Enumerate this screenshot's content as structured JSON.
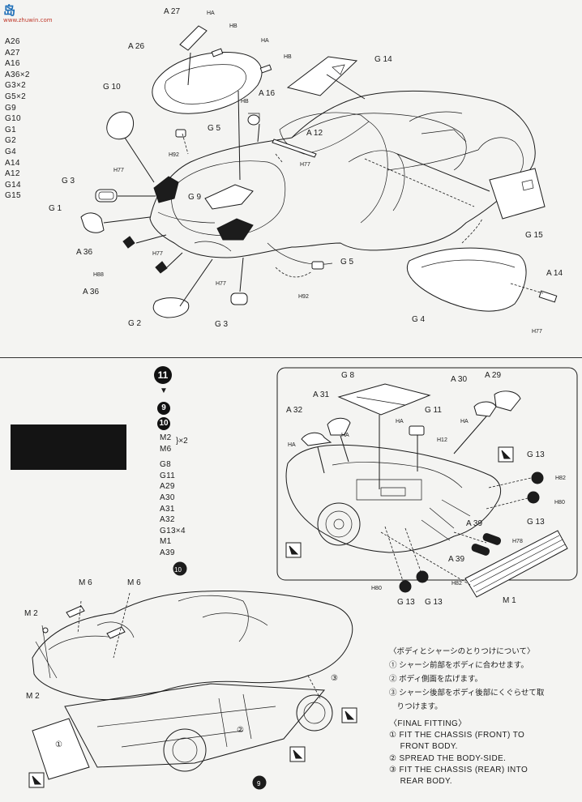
{
  "watermark": {
    "logo_text": "岛",
    "site": "www.zhuwin.com"
  },
  "section1": {
    "parts_list": [
      "A26",
      "A27",
      "A16",
      "A36×2",
      "G3×2",
      "G5×2",
      "G9",
      "G10",
      "G1",
      "G2",
      "G4",
      "A14",
      "A12",
      "G14",
      "G15"
    ],
    "labels": {
      "a27": "A 27",
      "a26": "A 26",
      "g14": "G 14",
      "a16": "A 16",
      "g10": "G 10",
      "g5a": "G 5",
      "a12": "A 12",
      "g3a": "G 3",
      "g9": "G 9",
      "g1": "G 1",
      "a36a": "A 36",
      "a36b": "A 36",
      "g5b": "G 5",
      "g2": "G 2",
      "g3b": "G 3",
      "g15": "G 15",
      "a14": "A 14",
      "g4": "G 4"
    },
    "tags": {
      "hA1": "HA",
      "hB1": "HB",
      "hA2": "HA",
      "hB2": "HB",
      "hB3": "HB",
      "h92a": "H92",
      "h77a": "H77",
      "h77b": "H77",
      "h77c": "H77",
      "h88": "H88",
      "h77d": "H77",
      "h92b": "H92",
      "h77e": "H77"
    }
  },
  "section2": {
    "step_number": "11",
    "sub_steps": [
      "9",
      "10"
    ],
    "parts_list": [
      "M2",
      "M6",
      "G8",
      "G11",
      "A29",
      "A30",
      "A31",
      "A32",
      "G13×4",
      "M1",
      "A39"
    ],
    "multiplier": "}×2",
    "labels": {
      "g8": "G 8",
      "a30": "A 30",
      "a29": "A 29",
      "a31": "A 31",
      "a32": "A 32",
      "g11": "G 11",
      "g13a": "G 13",
      "g13b": "G 13",
      "g13c": "G 13",
      "g13d": "G 13",
      "a39a": "A 39",
      "a39b": "A 39",
      "m1": "M 1",
      "m6a": "M 6",
      "m6b": "M 6",
      "m2a": "M 2",
      "m2b": "M 2",
      "step10": "10",
      "step9": "9",
      "n1": "①",
      "n2": "②",
      "n3": "③"
    },
    "tags": {
      "hA1": "HA",
      "hA2": "HA",
      "hA3": "HA",
      "hA4": "HA",
      "h12": "H12",
      "h82a": "H82",
      "h80a": "H80",
      "h78": "H78",
      "h82b": "H82",
      "h80b": "H80"
    },
    "notes_jp": {
      "title": "〈ボディとシャーシのとりつけについて〉",
      "items": [
        "① シャーシ前部をボディに合わせます。",
        "② ボディ側面を広げます。",
        "③ シャーシ後部をボディ後部にくぐらせて取",
        "　りつけます。"
      ]
    },
    "notes_en": {
      "title": "〈FINAL FITTING〉",
      "items": [
        "① FIT THE CHASSIS (FRONT) TO",
        "　 FRONT BODY.",
        "② SPREAD THE BODY-SIDE.",
        "③ FIT THE CHASSIS (REAR) INTO",
        "　 REAR BODY."
      ]
    }
  }
}
